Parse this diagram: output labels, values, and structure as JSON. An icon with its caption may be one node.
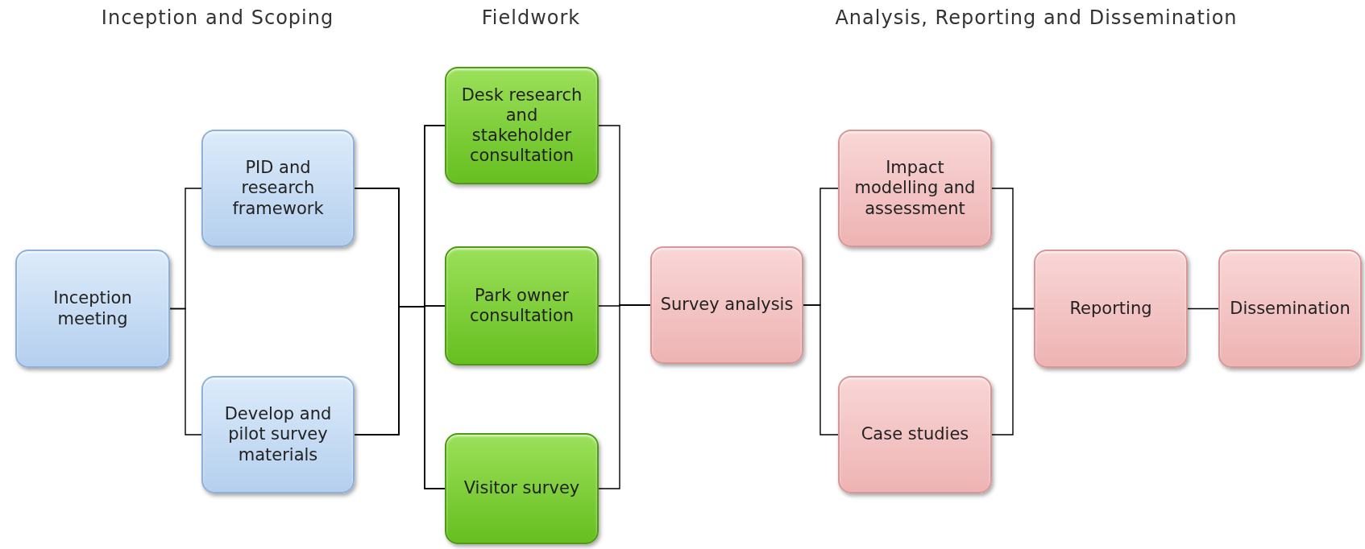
{
  "diagram": {
    "nodes": [
      {
        "text": [
          "Inception meeting"
        ]
      },
      {
        "text": [
          "PID and research framework"
        ]
      },
      {
        "text": [
          "Develop and pilot survey materials"
        ]
      },
      {
        "text": [
          "Desk research and stakeholder consultation"
        ]
      },
      {
        "text": [
          "Park owner consultation"
        ]
      },
      {
        "text": [
          "Visitor survey"
        ]
      },
      {
        "text": [
          "Survey analysis"
        ]
      },
      {
        "text": [
          "Impact modelling and assessment"
        ]
      },
      {
        "text": [
          "Case studies"
        ]
      },
      {
        "text": [
          "Reporting"
        ]
      },
      {
        "text": [
          "Dissemination"
        ]
      }
    ],
    "edges": [
      {
        "from": 0,
        "to": 1,
        "arrow": "none"
      },
      {
        "from": 0,
        "to": 2,
        "arrow": "none"
      },
      {
        "from": 1,
        "to": 3,
        "arrow": "none"
      },
      {
        "from": 1,
        "to": 4,
        "arrow": "none"
      },
      {
        "from": 1,
        "to": 5,
        "arrow": "none"
      },
      {
        "from": 2,
        "to": 3,
        "arrow": "none"
      },
      {
        "from": 2,
        "to": 4,
        "arrow": "none"
      },
      {
        "from": 2,
        "to": 5,
        "arrow": "none"
      },
      {
        "from": 3,
        "to": 6,
        "arrow": "none"
      },
      {
        "from": 4,
        "to": 6,
        "arrow": "none"
      },
      {
        "from": 5,
        "to": 6,
        "arrow": "none"
      },
      {
        "from": 6,
        "to": 7,
        "arrow": "none"
      },
      {
        "from": 6,
        "to": 8,
        "arrow": "none"
      },
      {
        "from": 7,
        "to": 9,
        "arrow": "none"
      },
      {
        "from": 8,
        "to": 9,
        "arrow": "none"
      },
      {
        "from": 9,
        "to": 10,
        "arrow": "none"
      }
    ],
    "labels": [
      "Inception and Scoping",
      "Fieldwork",
      "Analysis, Reporting and Dissemination"
    ]
  }
}
